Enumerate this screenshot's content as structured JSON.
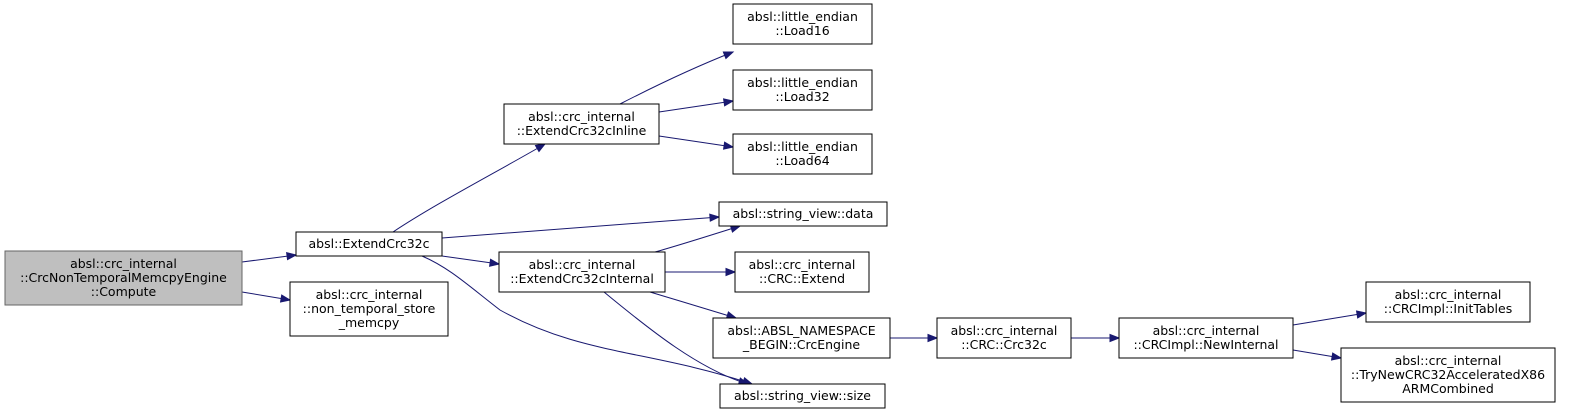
{
  "nodes": [
    {
      "id": "compute",
      "lines": [
        "absl::crc_internal",
        "::CrcNonTemporalMemcpyEngine",
        "::Compute"
      ],
      "root": true
    },
    {
      "id": "extendcrc32c",
      "lines": [
        "absl::ExtendCrc32c"
      ]
    },
    {
      "id": "nontemporal",
      "lines": [
        "absl::crc_internal",
        "::non_temporal_store",
        "_memcpy"
      ]
    },
    {
      "id": "inline",
      "lines": [
        "absl::crc_internal",
        "::ExtendCrc32cInline"
      ]
    },
    {
      "id": "internal",
      "lines": [
        "absl::crc_internal",
        "::ExtendCrc32cInternal"
      ]
    },
    {
      "id": "load16",
      "lines": [
        "absl::little_endian",
        "::Load16"
      ]
    },
    {
      "id": "load32",
      "lines": [
        "absl::little_endian",
        "::Load32"
      ]
    },
    {
      "id": "load64",
      "lines": [
        "absl::little_endian",
        "::Load64"
      ]
    },
    {
      "id": "svdata",
      "lines": [
        "absl::string_view::data"
      ]
    },
    {
      "id": "crcextend",
      "lines": [
        "absl::crc_internal",
        "::CRC::Extend"
      ]
    },
    {
      "id": "crcengine",
      "lines": [
        "absl::ABSL_NAMESPACE",
        "_BEGIN::CrcEngine"
      ]
    },
    {
      "id": "svsize",
      "lines": [
        "absl::string_view::size"
      ]
    },
    {
      "id": "crc32c",
      "lines": [
        "absl::crc_internal",
        "::CRC::Crc32c"
      ]
    },
    {
      "id": "newinternal",
      "lines": [
        "absl::crc_internal",
        "::CRCImpl::NewInternal"
      ]
    },
    {
      "id": "inittables",
      "lines": [
        "absl::crc_internal",
        "::CRCImpl::InitTables"
      ]
    },
    {
      "id": "trynew",
      "lines": [
        "absl::crc_internal",
        "::TryNewCRC32AcceleratedX86",
        "ARMCombined"
      ]
    }
  ],
  "edges": [
    [
      "compute",
      "extendcrc32c"
    ],
    [
      "compute",
      "nontemporal"
    ],
    [
      "extendcrc32c",
      "inline"
    ],
    [
      "extendcrc32c",
      "svdata"
    ],
    [
      "extendcrc32c",
      "internal"
    ],
    [
      "extendcrc32c",
      "svsize"
    ],
    [
      "inline",
      "load16"
    ],
    [
      "inline",
      "load32"
    ],
    [
      "inline",
      "load64"
    ],
    [
      "internal",
      "svdata"
    ],
    [
      "internal",
      "crcextend"
    ],
    [
      "internal",
      "crcengine"
    ],
    [
      "internal",
      "svsize"
    ],
    [
      "crcengine",
      "crc32c"
    ],
    [
      "crc32c",
      "newinternal"
    ],
    [
      "newinternal",
      "inittables"
    ],
    [
      "newinternal",
      "trynew"
    ]
  ],
  "colors": {
    "edge": "#191970",
    "root_fill": "#bfbfbf",
    "root_stroke": "#666666",
    "node_stroke": "#000000"
  }
}
